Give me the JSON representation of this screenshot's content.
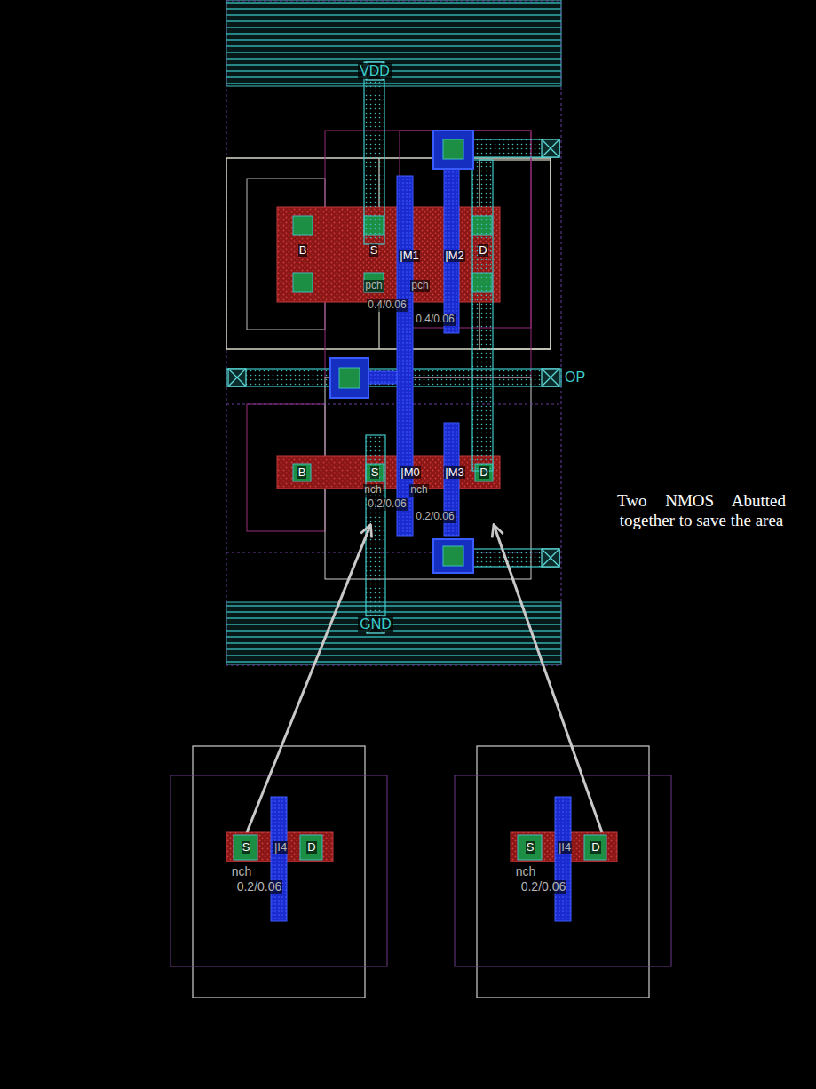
{
  "diagram": {
    "nodes": [
      {
        "text": [
          "B",
          "S",
          "|M1",
          "|M2",
          "D",
          "pch",
          "pch",
          "0.4/0.06",
          "0.4/0.06"
        ]
      },
      {
        "text": [
          "B",
          "S",
          "|M0",
          "|M3",
          "D",
          "nch",
          "nch",
          "0.2/0.06",
          "0.2/0.06"
        ]
      },
      {
        "text": [
          "S",
          "|I4",
          "D",
          "nch",
          "0.2/0.06"
        ]
      },
      {
        "text": [
          "S",
          "|I4",
          "D",
          "nch",
          "0.2/0.06"
        ]
      }
    ],
    "edges": [
      {
        "from": 2,
        "to": 1,
        "arrow": "to"
      },
      {
        "from": 3,
        "to": 1,
        "arrow": "to"
      }
    ],
    "labels": [
      "VDD",
      "OP",
      "GND",
      "Two NMOS Abutted together to save the area"
    ]
  }
}
